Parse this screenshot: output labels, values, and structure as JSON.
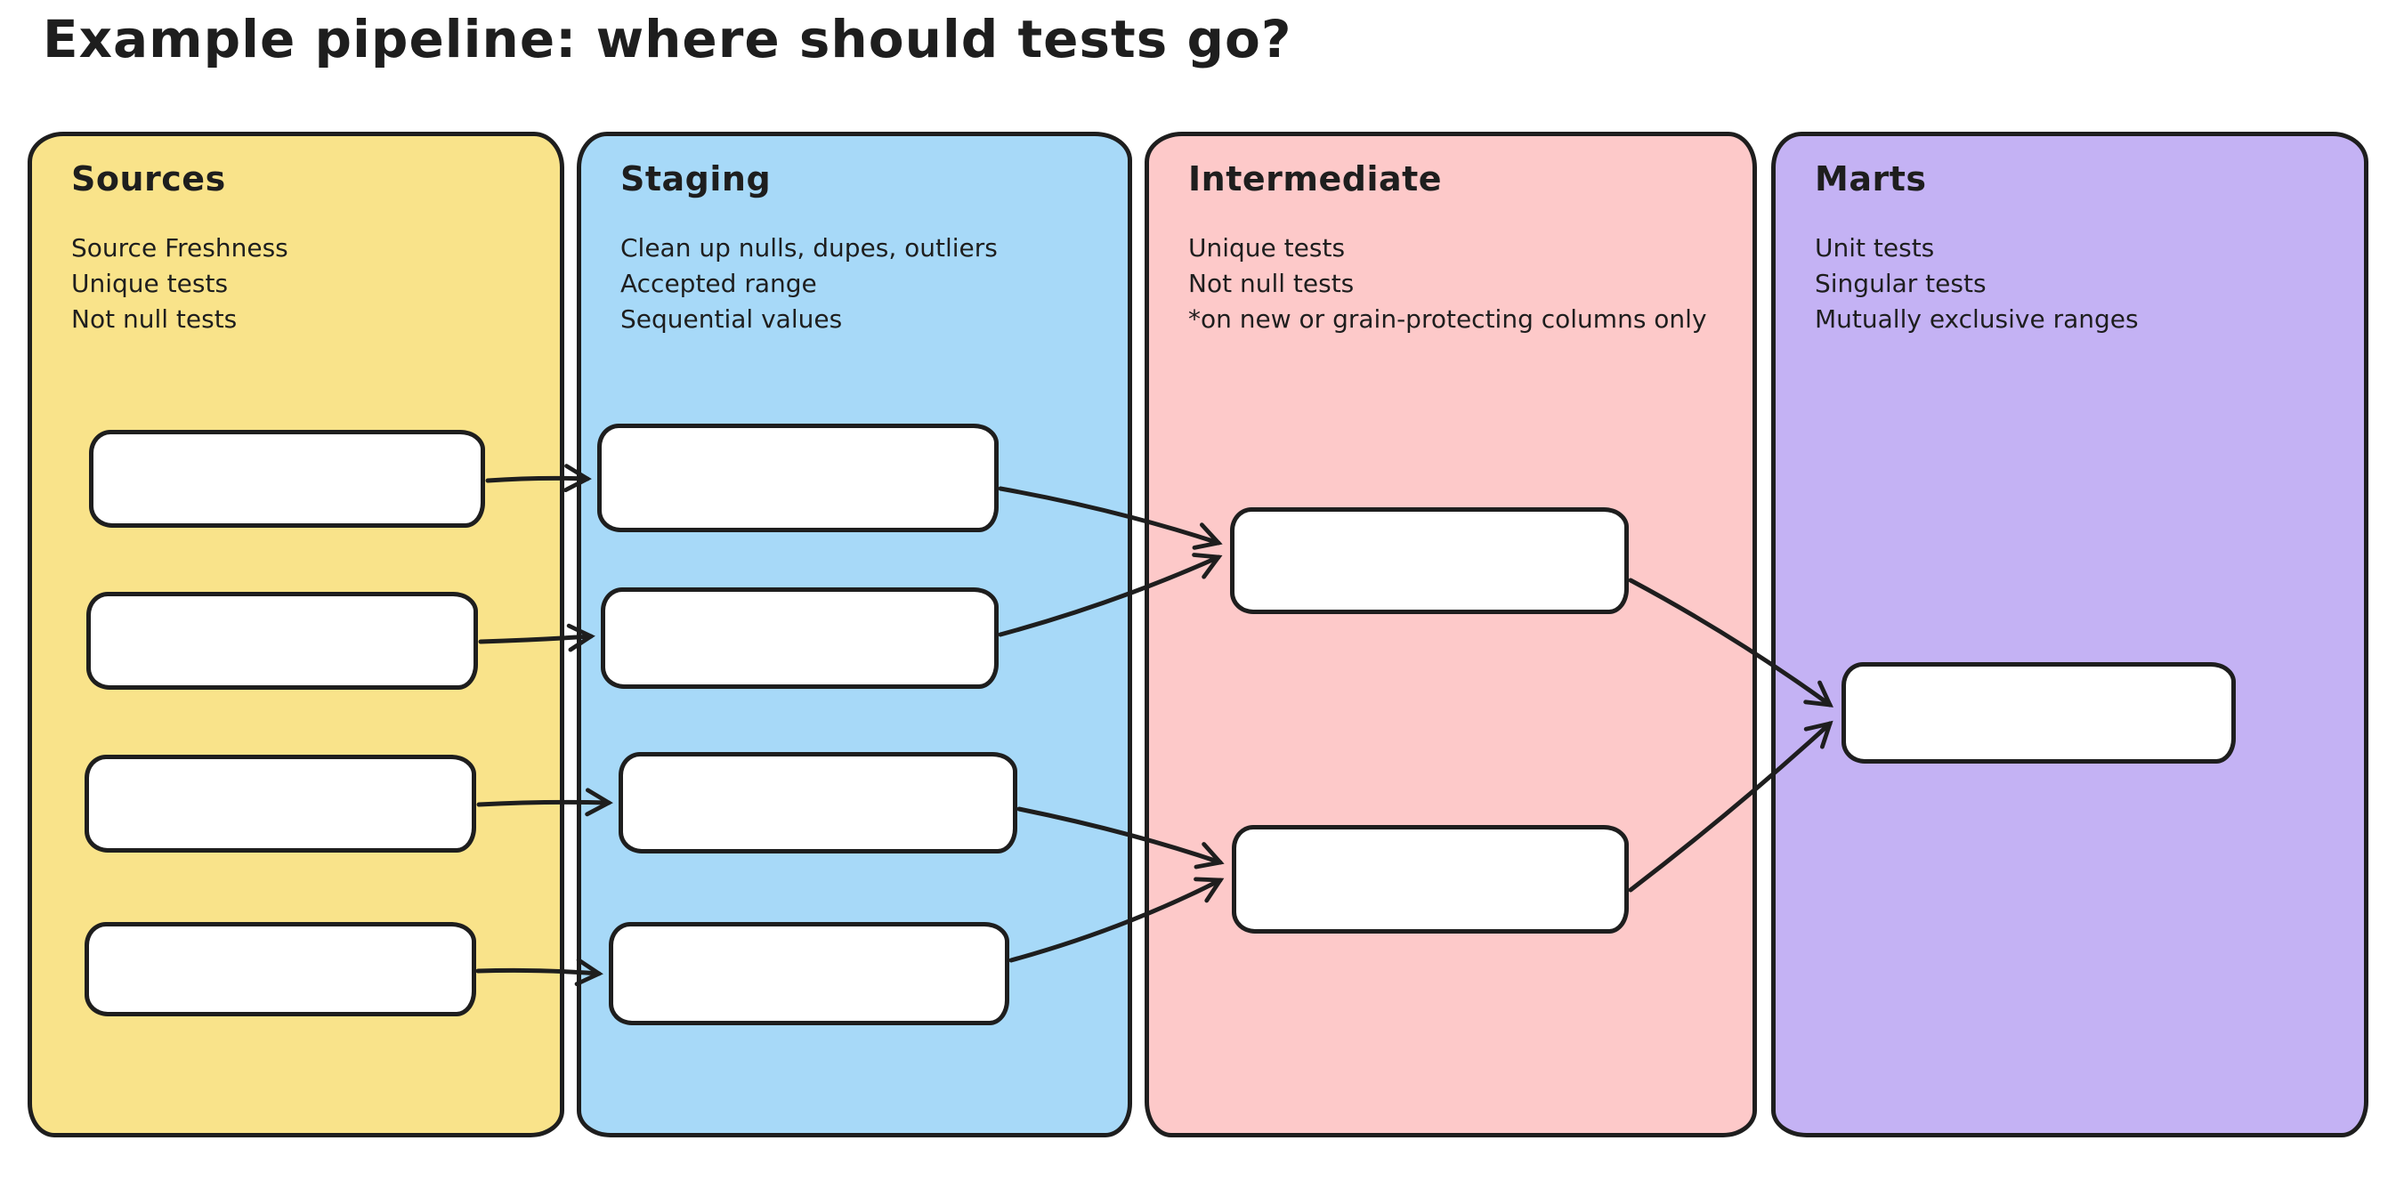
{
  "title": "Example pipeline: where should tests go?",
  "colors": {
    "canvas-bg": "#ffffff",
    "ink": "#1e1e1e",
    "box-bg": "#ffffff",
    "sources-bg": "#F9E38A",
    "staging-bg": "#A7D9F8",
    "intermediate-bg": "#FDC9C9",
    "marts-bg": "#C4B2F4"
  },
  "columns": [
    {
      "id": "sources",
      "label": "Sources",
      "bg": "#F9E38A",
      "notes": [
        "Source Freshness",
        "Unique tests",
        "Not null tests"
      ],
      "model_box_count": 4
    },
    {
      "id": "staging",
      "label": "Staging",
      "bg": "#A7D9F8",
      "notes": [
        "Clean up nulls, dupes, outliers",
        "Accepted range",
        "Sequential values"
      ],
      "model_box_count": 4
    },
    {
      "id": "intermediate",
      "label": "Intermediate",
      "bg": "#FDC9C9",
      "notes": [
        "Unique tests",
        "Not null tests",
        "*on new or grain-protecting columns only"
      ],
      "model_box_count": 2
    },
    {
      "id": "marts",
      "label": "Marts",
      "bg": "#C4B2F4",
      "notes": [
        "Unit tests",
        "Singular tests",
        "Mutually exclusive ranges"
      ],
      "model_box_count": 1
    }
  ],
  "connections": [
    {
      "from": "sources.box1",
      "to": "staging.box1"
    },
    {
      "from": "sources.box2",
      "to": "staging.box2"
    },
    {
      "from": "sources.box3",
      "to": "staging.box3"
    },
    {
      "from": "sources.box4",
      "to": "staging.box4"
    },
    {
      "from": "staging.box1",
      "to": "intermediate.box1"
    },
    {
      "from": "staging.box2",
      "to": "intermediate.box1"
    },
    {
      "from": "staging.box3",
      "to": "intermediate.box2"
    },
    {
      "from": "staging.box4",
      "to": "intermediate.box2"
    },
    {
      "from": "intermediate.box1",
      "to": "marts.box1"
    },
    {
      "from": "intermediate.box2",
      "to": "marts.box1"
    }
  ]
}
